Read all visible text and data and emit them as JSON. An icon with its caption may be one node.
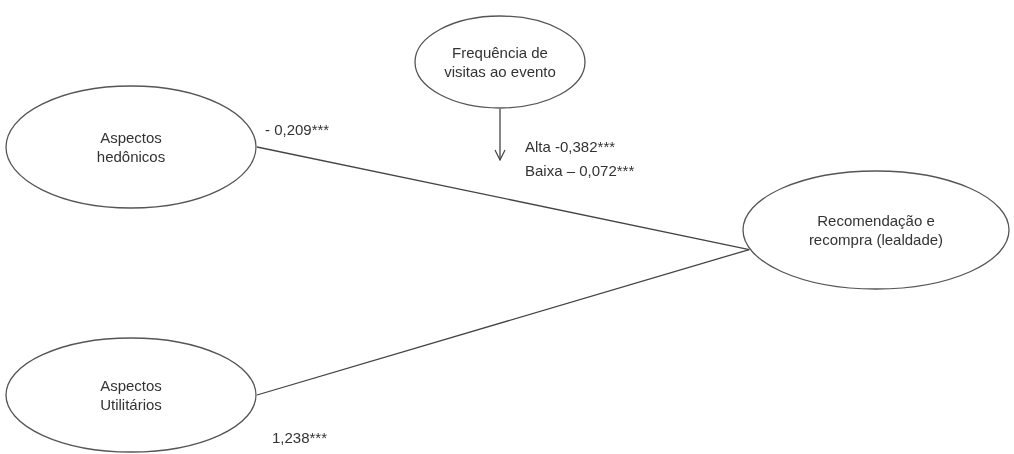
{
  "diagram": {
    "nodes": [
      {
        "text": [
          "Frequência de visitas ao evento"
        ]
      },
      {
        "text": [
          "Aspectos hedônicos"
        ]
      },
      {
        "text": [
          "Recomendação e recompra (lealdade)"
        ]
      },
      {
        "text": [
          "Aspectos Utilitários"
        ]
      }
    ],
    "edges": [
      {
        "from": 1,
        "to": 2,
        "arrow": "none",
        "label": "- 0,209***"
      },
      {
        "from": 3,
        "to": 2,
        "arrow": "none",
        "label": "1,238***"
      },
      {
        "from": 0,
        "to": null,
        "arrow": "to"
      }
    ],
    "labels": [
      "Alta -0,382***",
      "Baixa – 0,072***"
    ]
  }
}
